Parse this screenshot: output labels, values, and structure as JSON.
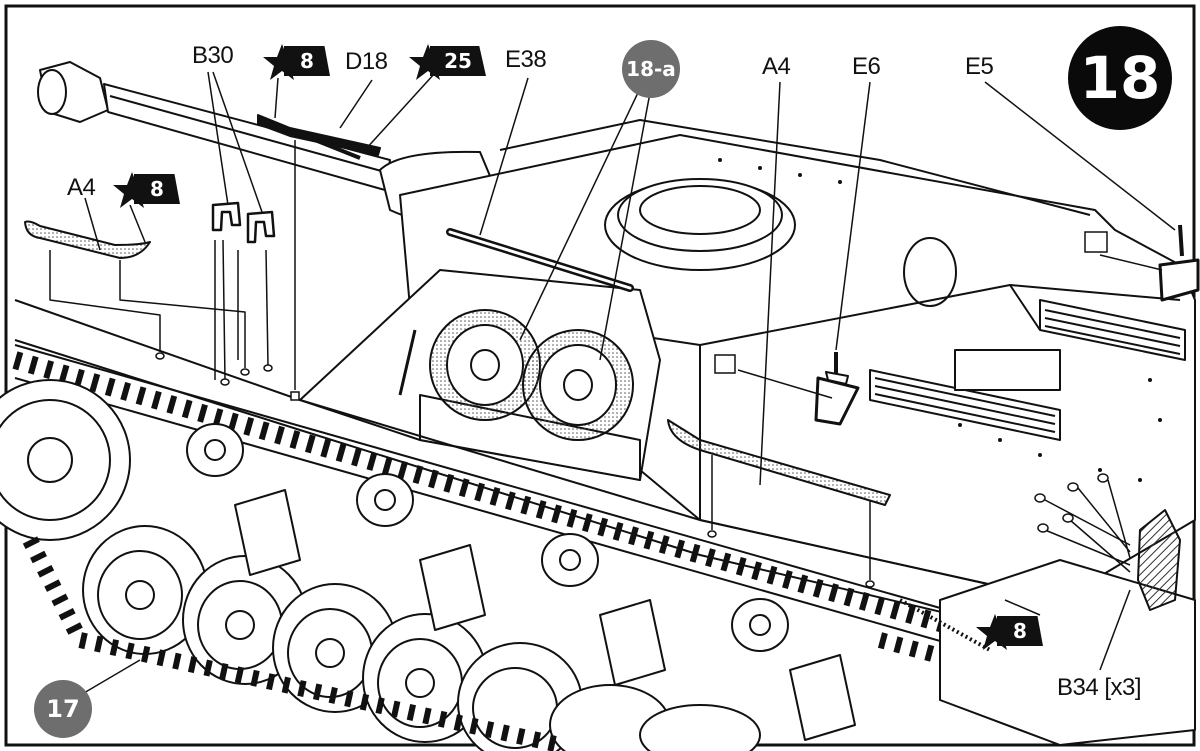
{
  "step": {
    "number": "18",
    "sub_step": "18-a",
    "previous_step": "17"
  },
  "parts": {
    "b30": "B30",
    "d18": "D18",
    "e38": "E38",
    "a4_top": "A4",
    "a4_left": "A4",
    "e6": "E6",
    "e5": "E5",
    "b34": "B34 [x3]"
  },
  "references": {
    "ref_top_left": "8",
    "ref_top_right": "25",
    "ref_left": "8",
    "ref_bottom": "8"
  },
  "colors": {
    "ink": "#111111",
    "badge_grey": "#6e6e6e",
    "badge_black": "#0a0a0a",
    "paper": "#ffffff"
  },
  "icons": [
    "star-reference-icon",
    "tank-hull-drawing",
    "road-wheel-icon",
    "track-link-icon"
  ]
}
